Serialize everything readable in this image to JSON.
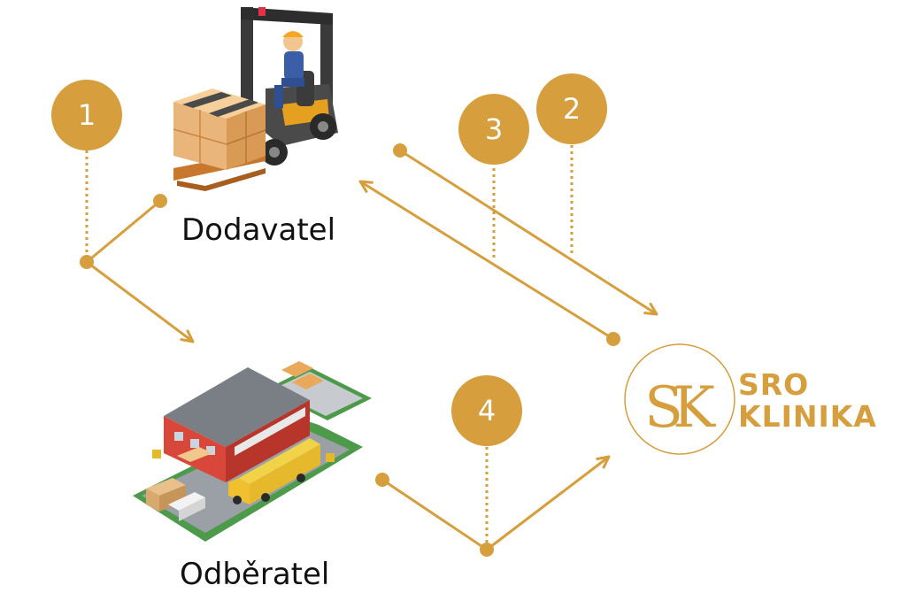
{
  "colors": {
    "accent": "#D69E3C",
    "accent_dark": "#C8892A",
    "label": "#111111"
  },
  "nodes": {
    "supplier": {
      "label": "Dodavatel",
      "icon": "forklift-with-boxes-icon"
    },
    "customer": {
      "label": "Odběratel",
      "icon": "warehouse-icon"
    },
    "company": {
      "icon": "company-logo-icon",
      "monogram_s": "S",
      "monogram_k": "K",
      "line1": "SRO",
      "line2": "KLINIKA"
    }
  },
  "steps": [
    {
      "number": "1"
    },
    {
      "number": "2"
    },
    {
      "number": "3"
    },
    {
      "number": "4"
    }
  ]
}
